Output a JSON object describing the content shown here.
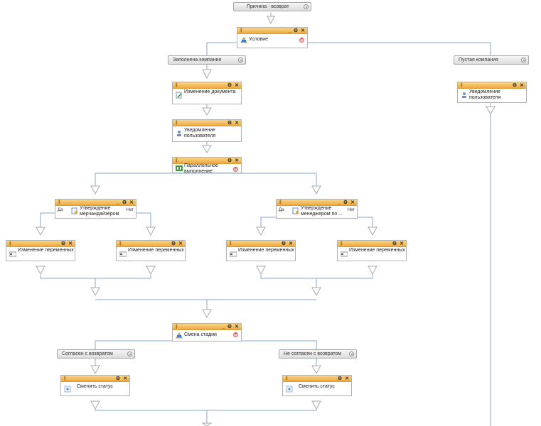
{
  "start": {
    "label": "Причина - возврат"
  },
  "condition": {
    "title": "Условие",
    "ctrl_min": "_",
    "ctrl_gear": "⚙",
    "ctrl_close": "✕"
  },
  "branch_filled": {
    "label": "Заполнена компания"
  },
  "branch_empty": {
    "label": "Пустая компания"
  },
  "change_doc": {
    "title": "Изменение документа"
  },
  "notify_user_left": {
    "title": "Уведомление пользователя"
  },
  "notify_user_right": {
    "title": "Уведомление пользователя"
  },
  "parallel": {
    "title": "Параллельное выполнение"
  },
  "approve_merch": {
    "title": "Утверждение мерчандайзером",
    "yes": "Да",
    "no": "Нет"
  },
  "approve_mgr": {
    "title": "Утверждение менеджером по ...",
    "yes": "Да",
    "no": "Нет"
  },
  "vars": [
    {
      "title": "Изменение переменных"
    },
    {
      "title": "Изменение переменных"
    },
    {
      "title": "Изменение переменных"
    },
    {
      "title": "Изменение переменных"
    }
  ],
  "stage": {
    "title": "Смена стадии"
  },
  "agree": {
    "label": "Согласен с возвратом"
  },
  "disagree": {
    "label": "Не согласен с возвратом"
  },
  "status_left": {
    "title": "Сменить статус"
  },
  "status_right": {
    "title": "Сменить статус"
  },
  "colors": {
    "header": "#f0a93d",
    "wire": "#7fa2cf",
    "arrow": "#bdbdbd"
  }
}
